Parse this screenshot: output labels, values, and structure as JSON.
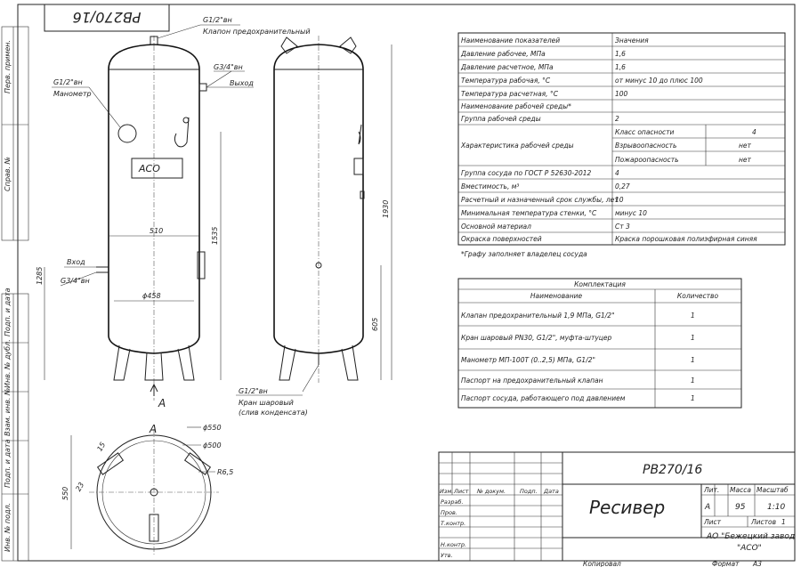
{
  "drawing": {
    "code_stamp": "РВ270/16",
    "margin_labels": [
      "Перв. примен.",
      "Справ. №",
      "Подп. и дата",
      "Инв. № дубл.",
      "Взам. инв. №",
      "Подп. и дата",
      "Инв. № подл."
    ]
  },
  "front_view": {
    "labels": {
      "valve_thread": "G1/2\"вн",
      "valve": "Клапон предохранительный",
      "outlet_thread": "G3/4\"вн",
      "outlet": "Выход",
      "manometer_thread": "G1/2\"вн",
      "manometer": "Манометр",
      "inlet": "Вход",
      "inlet_thread": "G3/4\"вн",
      "drain_thread": "G1/2\"вн",
      "drain": "Кран шаровый",
      "drain_note": "(слив конденсата)",
      "view_arrow": "А",
      "logo": "АСО"
    },
    "dims": {
      "width_510": "510",
      "diameter_458": "ϕ458",
      "height_1285": "1285",
      "height_1535": "1535",
      "height_1930": "1930",
      "height_605": "605"
    }
  },
  "bottom_view": {
    "title": "А",
    "dims": {
      "d550": "ϕ550",
      "d500": "ϕ500",
      "r65": "R6,5",
      "a15": "15",
      "a23": "23",
      "h550": "550"
    }
  },
  "spec_table": {
    "rows": [
      {
        "name": "Наименование показателей",
        "value": "Значения"
      },
      {
        "name": "Давление рабочее, МПа",
        "value": "1,6"
      },
      {
        "name": "Давление расчетное, МПа",
        "value": "1,6"
      },
      {
        "name": "Температура рабочая, °С",
        "value": "от минус 10 до плюс 100"
      },
      {
        "name": "Температура расчетная, °С",
        "value": "100"
      },
      {
        "name": "Наименование рабочей среды*",
        "value": ""
      },
      {
        "name": "Группа рабочей среды",
        "value": "2"
      }
    ],
    "env": {
      "name": "Характеристика рабочей среды",
      "sub": [
        {
          "name": "Класс опасности",
          "value": "4"
        },
        {
          "name": "Взрывоопасность",
          "value": "нет"
        },
        {
          "name": "Пожароопасность",
          "value": "нет"
        }
      ]
    },
    "rows2": [
      {
        "name": "Группа сосуда по ГОСТ Р 52630-2012",
        "value": "4"
      },
      {
        "name": "Вместимость, м³",
        "value": "0,27"
      },
      {
        "name": "Расчетный и назначенный срок службы, лет",
        "value": "10"
      },
      {
        "name": "Минимальная температура стенки, °С",
        "value": "минус 10"
      },
      {
        "name": "Основной материал",
        "value": "Ст 3"
      },
      {
        "name": "Окраска поверхностей",
        "value": "Краска порошковая полиэфирная синяя"
      }
    ],
    "footnote": "*Графу заполняет владелец сосуда"
  },
  "kit_table": {
    "title": "Комплектация",
    "header": {
      "name": "Наименование",
      "qty": "Количество"
    },
    "rows": [
      {
        "name": "Клапан предохранительный 1,9 МПа, G1/2\"",
        "qty": "1"
      },
      {
        "name": "Кран шаровый PN30, G1/2\", муфта-штуцер",
        "qty": "1"
      },
      {
        "name": "Манометр МП-100Т (0..2,5) МПа, G1/2\"",
        "qty": "1"
      },
      {
        "name": "Паспорт на предохранительный клапан",
        "qty": "1"
      },
      {
        "name": "Паспорт сосуда, работающего под давлением",
        "qty": "1"
      }
    ]
  },
  "title_block": {
    "code": "РВ270/16",
    "title": "Ресивер",
    "lit_label": "Лит.",
    "mass_label": "Масса",
    "scale_label": "Масштаб",
    "lit": "А",
    "mass": "95",
    "scale": "1:10",
    "sheet_label": "Лист",
    "sheets_label": "Листов",
    "sheets": "1",
    "company_1": "АО \"Бежецкий завод",
    "company_2": "\"АСО\"",
    "cols": [
      "Изм.",
      "Лист",
      "№ докум.",
      "Подп.",
      "Дата"
    ],
    "roles": [
      "Разраб.",
      "Пров.",
      "Т.контр.",
      "",
      "Н.контр.",
      "Утв."
    ],
    "copied": "Копировал",
    "format_label": "Формат",
    "format": "А3"
  }
}
